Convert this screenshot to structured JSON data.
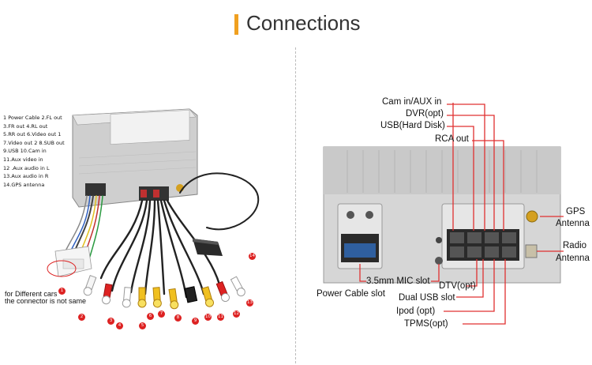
{
  "header": {
    "title": "Connections",
    "accent": "#f0a020"
  },
  "left": {
    "legend": [
      "1 Power Cable 2.FL out",
      "3.FR out        4.RL out",
      "5.RR out        6.Video out 1",
      "7.Video out 2  8.SUB out",
      "9.USB            10.Cam in",
      "11.Aux video in",
      "12 .Aux audio in L",
      "13.Aux audio in R",
      "14.GPS antenna"
    ],
    "note_line1": "for Different cars",
    "note_line2": "the connector is not same",
    "badges": [
      "1",
      "2",
      "3",
      "4",
      "5",
      "6",
      "7",
      "8",
      "9",
      "10",
      "11",
      "12",
      "13",
      "14"
    ]
  },
  "right": {
    "labels": {
      "cam": "Cam in/AUX in",
      "dvr": "DVR(opt)",
      "usb_hd": "USB(Hard Disk)",
      "rca": "RCA out",
      "gps1": "GPS",
      "gps2": "Antenna",
      "radio1": "Radio",
      "radio2": "Antenna",
      "mic": "3.5mm MIC slot",
      "power": "Power Cable slot",
      "dtv": "DTV(opt)",
      "dual_usb": "Dual USB slot",
      "ipod": "Ipod (opt)",
      "tpms": "TPMS(opt)"
    },
    "line_color": "#e03030"
  }
}
